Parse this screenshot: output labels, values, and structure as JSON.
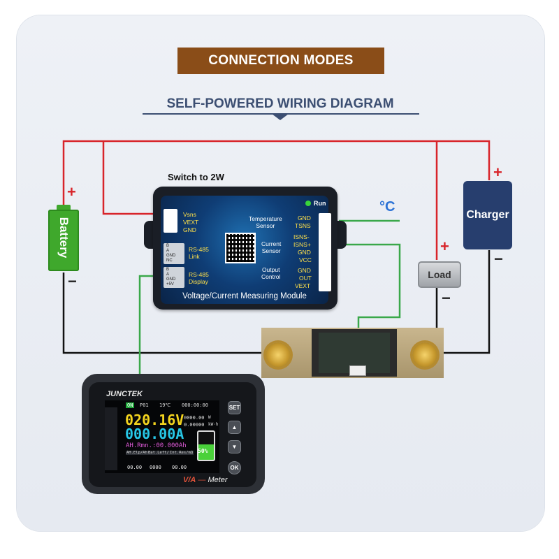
{
  "banner": "CONNECTION MODES",
  "subtitle": "SELF-POWERED WIRING DIAGRAM",
  "battery": {
    "label": "Battery",
    "plus": "+",
    "minus": "−"
  },
  "charger": {
    "label": "Charger",
    "plus": "+",
    "minus": "−"
  },
  "load": {
    "label": "Load",
    "plus": "+",
    "minus": "−"
  },
  "temp_unit": "°C",
  "module": {
    "switch_label": "Switch to 2W",
    "run_label": "Run",
    "title": "Voltage/Current Measuring Module",
    "left_terminals": [
      "Vsns",
      "VEXT",
      "GND"
    ],
    "rs485_link": {
      "label": "RS-485\nLink",
      "pins": [
        "B",
        "A",
        "GND",
        "NC"
      ]
    },
    "rs485_display": {
      "label": "RS-485\nDisplay",
      "pins": [
        "B",
        "A",
        "GND",
        "+5V"
      ]
    },
    "groups": [
      {
        "label": "Temperature\nSensor",
        "pins": [
          "GND",
          "TSNS"
        ]
      },
      {
        "label": "Current\nSensor",
        "pins": [
          "ISNS-",
          "ISNS+",
          "GND",
          "VCC"
        ]
      },
      {
        "label": "Output\nControl",
        "pins": [
          "GND",
          "OUT",
          "VEXT"
        ]
      }
    ]
  },
  "meter": {
    "brand": "JUNCTEK",
    "status_on": "ON",
    "status_code": "P01",
    "status_temp": "19℃",
    "status_time": "000:00:00",
    "voltage": "020.16V",
    "current": "000.00A",
    "power": "0000.00",
    "power_unit": "W",
    "energy": "0.00000",
    "energy_unit": "kW·h",
    "remaining": "AH.Rmn.:00.000Ah",
    "percent": "50%",
    "sub_labels": [
      "AH.Elp/Ah",
      "Bat.Left/M",
      "Int.Res/mΩ"
    ],
    "sub_values": [
      "00.00",
      "0000",
      "00.00"
    ],
    "buttons": [
      "SET",
      "▲",
      "▼",
      "OK"
    ],
    "footer_left": "V/A",
    "footer_right": "Meter"
  },
  "colors": {
    "positive_wire": "#d8242a",
    "negative_wire": "#111111",
    "signal_wire": "#3aa84a",
    "banner": "#8a4d18"
  }
}
